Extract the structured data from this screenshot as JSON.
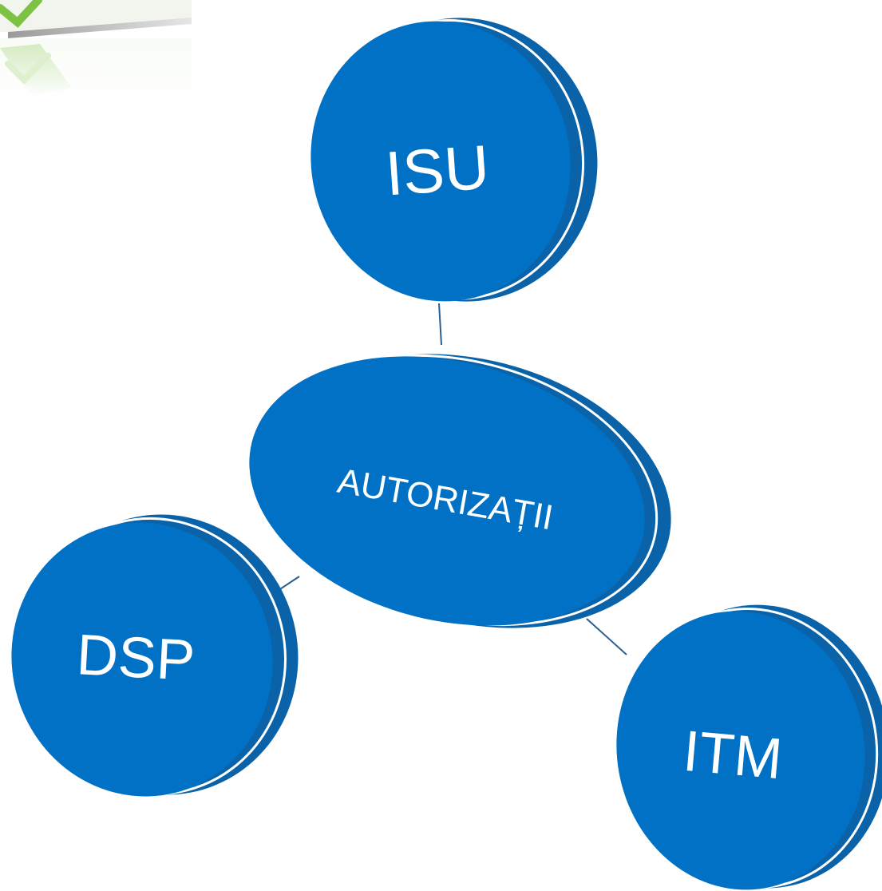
{
  "diagram": {
    "center": {
      "label": "AUTORIZAȚII"
    },
    "nodes": [
      {
        "id": "isu",
        "label": "ISU"
      },
      {
        "id": "dsp",
        "label": "DSP"
      },
      {
        "id": "itm",
        "label": "ITM"
      }
    ]
  },
  "colors": {
    "node_fill": "#0071C5",
    "node_shadow": "#0A63A8",
    "node_rim": "#ffffff",
    "connector": "#2C5F8E",
    "logo_green": "#7DC242"
  },
  "icons": {
    "corner_logo": "green-checkmark-document-icon"
  }
}
